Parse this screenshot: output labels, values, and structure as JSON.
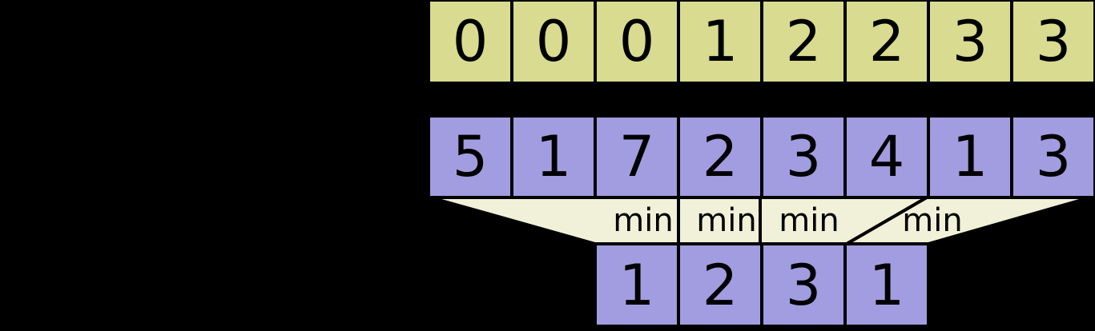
{
  "colors": {
    "background": "#000000",
    "top_row_fill": "#d9db90",
    "array_fill": "#a29ce0",
    "min_band_fill": "#f0f1d8",
    "border": "#000000",
    "text": "#000000"
  },
  "top_row": [
    "0",
    "0",
    "0",
    "1",
    "2",
    "2",
    "3",
    "3"
  ],
  "middle_row": [
    "5",
    "1",
    "7",
    "2",
    "3",
    "4",
    "1",
    "3"
  ],
  "min_labels": [
    "min",
    "min",
    "min",
    "min"
  ],
  "bottom_row": [
    "1",
    "2",
    "3",
    "1"
  ]
}
